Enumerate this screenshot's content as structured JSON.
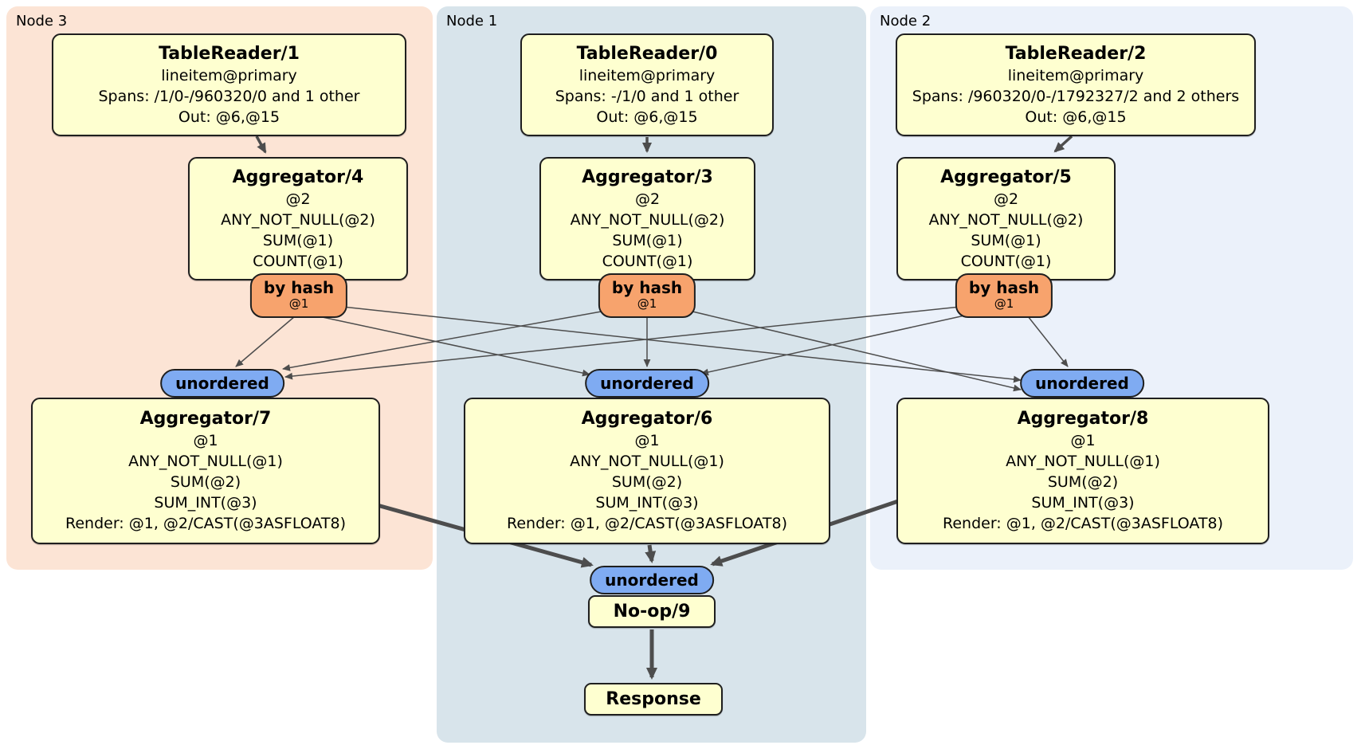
{
  "regions": [
    {
      "id": "node3",
      "label": "Node 3"
    },
    {
      "id": "node1",
      "label": "Node 1"
    },
    {
      "id": "node2",
      "label": "Node 2"
    }
  ],
  "nodes": {
    "tablereader1": {
      "title": "TableReader/1",
      "lines": [
        "lineitem@primary",
        "Spans: /1/0-/960320/0 and 1 other",
        "Out: @6,@15"
      ]
    },
    "tablereader0": {
      "title": "TableReader/0",
      "lines": [
        "lineitem@primary",
        "Spans: -/1/0 and 1 other",
        "Out: @6,@15"
      ]
    },
    "tablereader2": {
      "title": "TableReader/2",
      "lines": [
        "lineitem@primary",
        "Spans: /960320/0-/1792327/2 and 2 others",
        "Out: @6,@15"
      ]
    },
    "aggregator4": {
      "title": "Aggregator/4",
      "lines": [
        "@2",
        "ANY_NOT_NULL(@2)",
        "SUM(@1)",
        "COUNT(@1)"
      ]
    },
    "aggregator3": {
      "title": "Aggregator/3",
      "lines": [
        "@2",
        "ANY_NOT_NULL(@2)",
        "SUM(@1)",
        "COUNT(@1)"
      ]
    },
    "aggregator5": {
      "title": "Aggregator/5",
      "lines": [
        "@2",
        "ANY_NOT_NULL(@2)",
        "SUM(@1)",
        "COUNT(@1)"
      ]
    },
    "aggregator7": {
      "title": "Aggregator/7",
      "lines": [
        "@1",
        "ANY_NOT_NULL(@1)",
        "SUM(@2)",
        "SUM_INT(@3)",
        "Render: @1, @2/CAST(@3ASFLOAT8)"
      ]
    },
    "aggregator6": {
      "title": "Aggregator/6",
      "lines": [
        "@1",
        "ANY_NOT_NULL(@1)",
        "SUM(@2)",
        "SUM_INT(@3)",
        "Render: @1, @2/CAST(@3ASFLOAT8)"
      ]
    },
    "aggregator8": {
      "title": "Aggregator/8",
      "lines": [
        "@1",
        "ANY_NOT_NULL(@1)",
        "SUM(@2)",
        "SUM_INT(@3)",
        "Render: @1, @2/CAST(@3ASFLOAT8)"
      ]
    },
    "noop9": {
      "title": "No-op/9"
    },
    "response": {
      "title": "Response"
    }
  },
  "badges": {
    "by_hash": {
      "label": "by hash",
      "sub": "@1"
    },
    "unordered": {
      "label": "unordered"
    }
  },
  "edges": [
    {
      "from": "TableReader/1",
      "to": "Aggregator/4"
    },
    {
      "from": "TableReader/0",
      "to": "Aggregator/3"
    },
    {
      "from": "TableReader/2",
      "to": "Aggregator/5"
    },
    {
      "from": "Aggregator/4",
      "router": "by hash @1",
      "to": [
        "Aggregator/7",
        "Aggregator/6",
        "Aggregator/8"
      ]
    },
    {
      "from": "Aggregator/3",
      "router": "by hash @1",
      "to": [
        "Aggregator/7",
        "Aggregator/6",
        "Aggregator/8"
      ]
    },
    {
      "from": "Aggregator/5",
      "router": "by hash @1",
      "to": [
        "Aggregator/7",
        "Aggregator/6",
        "Aggregator/8"
      ]
    },
    {
      "from": "Aggregator/7",
      "router": "unordered",
      "to": [
        "No-op/9"
      ]
    },
    {
      "from": "Aggregator/6",
      "router": "unordered",
      "to": [
        "No-op/9"
      ]
    },
    {
      "from": "Aggregator/8",
      "router": "unordered",
      "to": [
        "No-op/9"
      ]
    },
    {
      "from": "No-op/9",
      "to": "Response"
    }
  ],
  "colors": {
    "node3_bg": "#fce4d5",
    "node1_bg": "#d8e4eb",
    "node2_bg": "#ebf1fa",
    "box_fill": "#feffd0",
    "hash_fill": "#f7a36d",
    "unordered_fill": "#7fabf2",
    "edge": "#4d4d4d"
  }
}
